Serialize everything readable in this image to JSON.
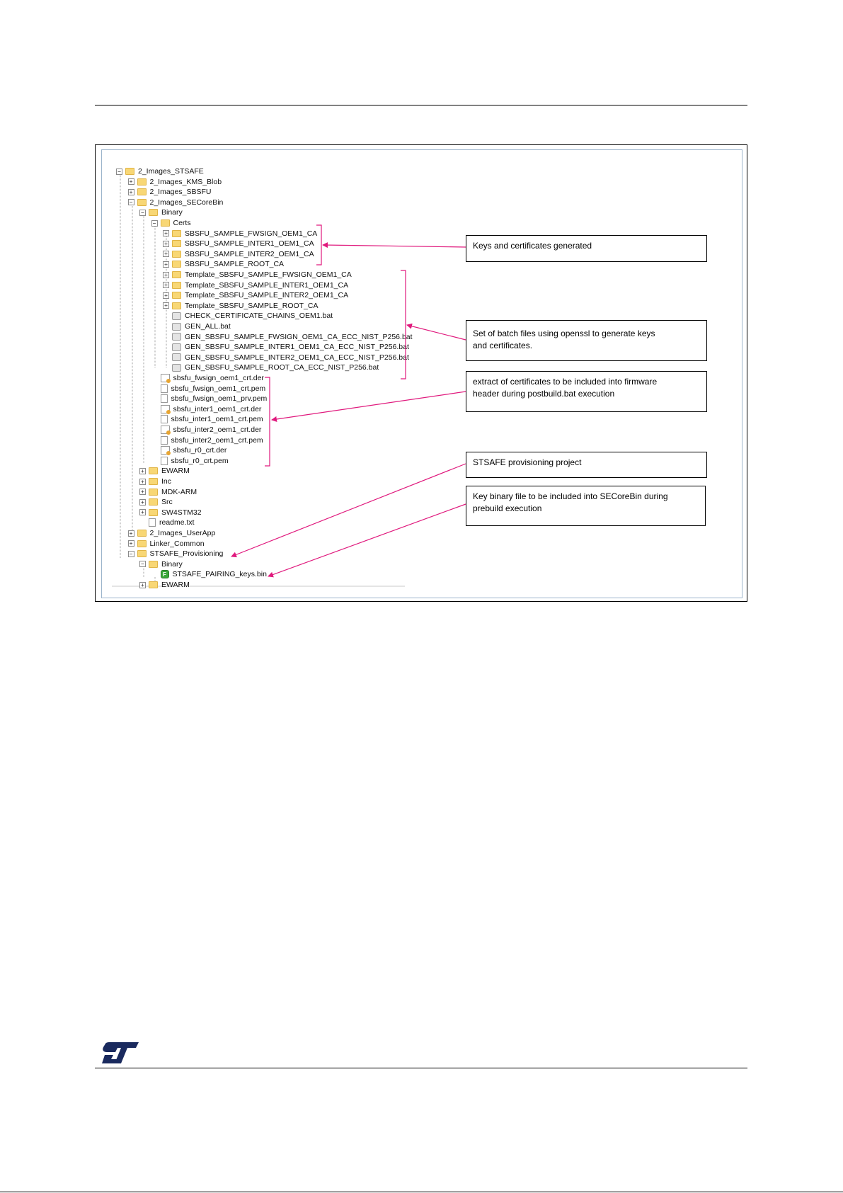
{
  "tree": [
    {
      "label": "2_Images_STSAFE",
      "icon": "folder-icon",
      "expander": "minus",
      "level": 0
    },
    {
      "label": "2_Images_KMS_Blob",
      "icon": "folder-icon",
      "expander": "plus",
      "level": 1
    },
    {
      "label": "2_Images_SBSFU",
      "icon": "folder-icon",
      "expander": "plus",
      "level": 1
    },
    {
      "label": "2_Images_SECoreBin",
      "icon": "folder-icon",
      "expander": "minus",
      "level": 1
    },
    {
      "label": "Binary",
      "icon": "folder-icon",
      "expander": "minus",
      "level": 2
    },
    {
      "label": "Certs",
      "icon": "folder-icon",
      "expander": "minus",
      "level": 3
    },
    {
      "label": "SBSFU_SAMPLE_FWSIGN_OEM1_CA",
      "icon": "folder-icon",
      "expander": "plus",
      "level": 4
    },
    {
      "label": "SBSFU_SAMPLE_INTER1_OEM1_CA",
      "icon": "folder-icon",
      "expander": "plus",
      "level": 4
    },
    {
      "label": "SBSFU_SAMPLE_INTER2_OEM1_CA",
      "icon": "folder-icon",
      "expander": "plus",
      "level": 4
    },
    {
      "label": "SBSFU_SAMPLE_ROOT_CA",
      "icon": "folder-icon",
      "expander": "plus",
      "level": 4
    },
    {
      "label": "Template_SBSFU_SAMPLE_FWSIGN_OEM1_CA",
      "icon": "folder-icon",
      "expander": "plus",
      "level": 4
    },
    {
      "label": "Template_SBSFU_SAMPLE_INTER1_OEM1_CA",
      "icon": "folder-icon",
      "expander": "plus",
      "level": 4
    },
    {
      "label": "Template_SBSFU_SAMPLE_INTER2_OEM1_CA",
      "icon": "folder-icon",
      "expander": "plus",
      "level": 4
    },
    {
      "label": "Template_SBSFU_SAMPLE_ROOT_CA",
      "icon": "folder-icon",
      "expander": "plus",
      "level": 4
    },
    {
      "label": "CHECK_CERTIFICATE_CHAINS_OEM1.bat",
      "icon": "bat-file-icon",
      "expander": "none",
      "level": 4
    },
    {
      "label": "GEN_ALL.bat",
      "icon": "bat-file-icon",
      "expander": "none",
      "level": 4
    },
    {
      "label": "GEN_SBSFU_SAMPLE_FWSIGN_OEM1_CA_ECC_NIST_P256.bat",
      "icon": "bat-file-icon",
      "expander": "none",
      "level": 4
    },
    {
      "label": "GEN_SBSFU_SAMPLE_INTER1_OEM1_CA_ECC_NIST_P256.bat",
      "icon": "bat-file-icon",
      "expander": "none",
      "level": 4
    },
    {
      "label": "GEN_SBSFU_SAMPLE_INTER2_OEM1_CA_ECC_NIST_P256.bat",
      "icon": "bat-file-icon",
      "expander": "none",
      "level": 4
    },
    {
      "label": "GEN_SBSFU_SAMPLE_ROOT_CA_ECC_NIST_P256.bat",
      "icon": "bat-file-icon",
      "expander": "none",
      "level": 4
    },
    {
      "label": "sbsfu_fwsign_oem1_crt.der",
      "icon": "certificate-file-icon",
      "expander": "none",
      "level": 3
    },
    {
      "label": "sbsfu_fwsign_oem1_crt.pem",
      "icon": "file-icon",
      "expander": "none",
      "level": 3
    },
    {
      "label": "sbsfu_fwsign_oem1_prv.pem",
      "icon": "file-icon",
      "expander": "none",
      "level": 3
    },
    {
      "label": "sbsfu_inter1_oem1_crt.der",
      "icon": "certificate-file-icon",
      "expander": "none",
      "level": 3
    },
    {
      "label": "sbsfu_inter1_oem1_crt.pem",
      "icon": "file-icon",
      "expander": "none",
      "level": 3
    },
    {
      "label": "sbsfu_inter2_oem1_crt.der",
      "icon": "certificate-file-icon",
      "expander": "none",
      "level": 3
    },
    {
      "label": "sbsfu_inter2_oem1_crt.pem",
      "icon": "file-icon",
      "expander": "none",
      "level": 3
    },
    {
      "label": "sbsfu_r0_crt.der",
      "icon": "certificate-file-icon",
      "expander": "none",
      "level": 3
    },
    {
      "label": "sbsfu_r0_crt.pem",
      "icon": "file-icon",
      "expander": "none",
      "level": 3
    },
    {
      "label": "EWARM",
      "icon": "folder-icon",
      "expander": "plus",
      "level": 2
    },
    {
      "label": "Inc",
      "icon": "folder-icon",
      "expander": "plus",
      "level": 2
    },
    {
      "label": "MDK-ARM",
      "icon": "folder-icon",
      "expander": "plus",
      "level": 2
    },
    {
      "label": "Src",
      "icon": "folder-icon",
      "expander": "plus",
      "level": 2
    },
    {
      "label": "SW4STM32",
      "icon": "folder-icon",
      "expander": "plus",
      "level": 2
    },
    {
      "label": "readme.txt",
      "icon": "file-icon",
      "expander": "none",
      "level": 2
    },
    {
      "label": "2_Images_UserApp",
      "icon": "folder-icon",
      "expander": "plus",
      "level": 1
    },
    {
      "label": "Linker_Common",
      "icon": "folder-icon",
      "expander": "plus",
      "level": 1
    },
    {
      "label": "STSAFE_Provisioning",
      "icon": "folder-icon",
      "expander": "minus",
      "level": 1
    },
    {
      "label": "Binary",
      "icon": "folder-icon",
      "expander": "minus",
      "level": 2
    },
    {
      "label": "STSAFE_PAIRING_keys.bin",
      "icon": "key-binary-icon",
      "expander": "none",
      "level": 3
    },
    {
      "label": "EWARM",
      "icon": "folder-icon",
      "expander": "plus",
      "level": 2
    }
  ],
  "callouts": [
    {
      "lines": [
        "Keys and certificates generated"
      ]
    },
    {
      "lines": [
        "Set of batch files using openssl to generate keys",
        "and certificates."
      ]
    },
    {
      "lines": [
        "extract of certificates to be  included into firmware",
        "header during postbuild.bat execution"
      ]
    },
    {
      "lines": [
        "STSAFE  provisioning project"
      ]
    },
    {
      "lines": [
        "Key  binary file to be included into SECoreBin   during",
        "prebuild execution"
      ]
    }
  ],
  "colors": {
    "arrow": "#e0197d",
    "frame": "#000000",
    "inner_border": "#9db5cc",
    "folder": "#f8d775",
    "logo": "#1a2a5e"
  },
  "logo": {
    "name": "st-logo"
  }
}
